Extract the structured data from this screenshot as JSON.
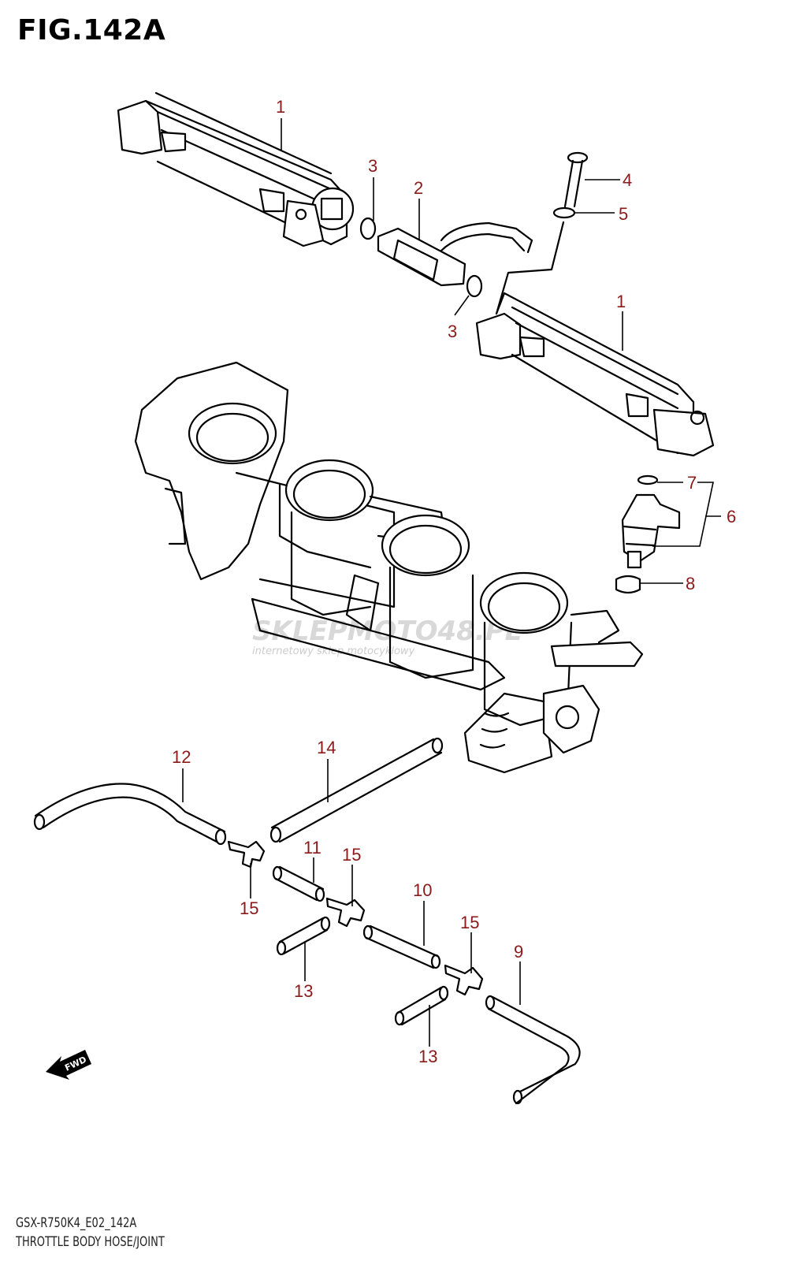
{
  "figure": {
    "title": "FIG.142A"
  },
  "watermark": {
    "brand": "SKLEPMOTO48.PL",
    "tagline": "internetowy sklep motocyklowy"
  },
  "fwd_label": "FWD",
  "callouts": [
    {
      "id": "c1a",
      "label": "1"
    },
    {
      "id": "c1b",
      "label": "1"
    },
    {
      "id": "c2",
      "label": "2"
    },
    {
      "id": "c3a",
      "label": "3"
    },
    {
      "id": "c3b",
      "label": "3"
    },
    {
      "id": "c4",
      "label": "4"
    },
    {
      "id": "c5",
      "label": "5"
    },
    {
      "id": "c6",
      "label": "6"
    },
    {
      "id": "c7",
      "label": "7"
    },
    {
      "id": "c8",
      "label": "8"
    },
    {
      "id": "c9",
      "label": "9"
    },
    {
      "id": "c10",
      "label": "10"
    },
    {
      "id": "c11",
      "label": "11"
    },
    {
      "id": "c12",
      "label": "12"
    },
    {
      "id": "c13a",
      "label": "13"
    },
    {
      "id": "c13b",
      "label": "13"
    },
    {
      "id": "c14",
      "label": "14"
    },
    {
      "id": "c15a",
      "label": "15"
    },
    {
      "id": "c15b",
      "label": "15"
    },
    {
      "id": "c15c",
      "label": "15"
    }
  ],
  "footer": {
    "model_code": "GSX-R750K4_E02_142A",
    "caption": "THROTTLE BODY HOSE/JOINT"
  },
  "colors": {
    "callout": "#8b1a1a",
    "line": "#000000",
    "watermark": "#d8d8d8"
  }
}
